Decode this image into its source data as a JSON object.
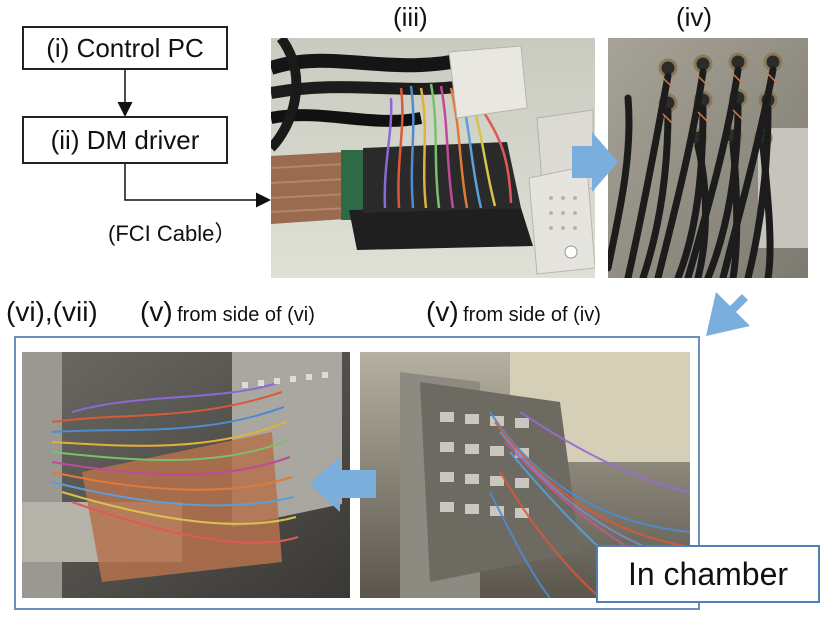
{
  "flow": {
    "control_pc": "(i) Control PC",
    "dm_driver": "(ii) DM driver",
    "cable": "(FCI Cable）"
  },
  "labels": {
    "iii": "(iii)",
    "iv": "(iv)",
    "vi_vii": "(vi),(vii)",
    "v_vi_prefix": "(v)",
    "v_vi_suffix": "from side of (vi)",
    "v_iv_prefix": "(v)",
    "v_iv_suffix": "from side of (iv)"
  },
  "chamber_label": "In chamber",
  "colors": {
    "arrow_blue": "#7aaedc",
    "frame_blue": "#6b8fb8"
  },
  "photos": [
    "connector-board-photo",
    "feedthrough-panel-photo",
    "chamber-wiring-side-photo",
    "chamber-wiring-front-photo"
  ]
}
